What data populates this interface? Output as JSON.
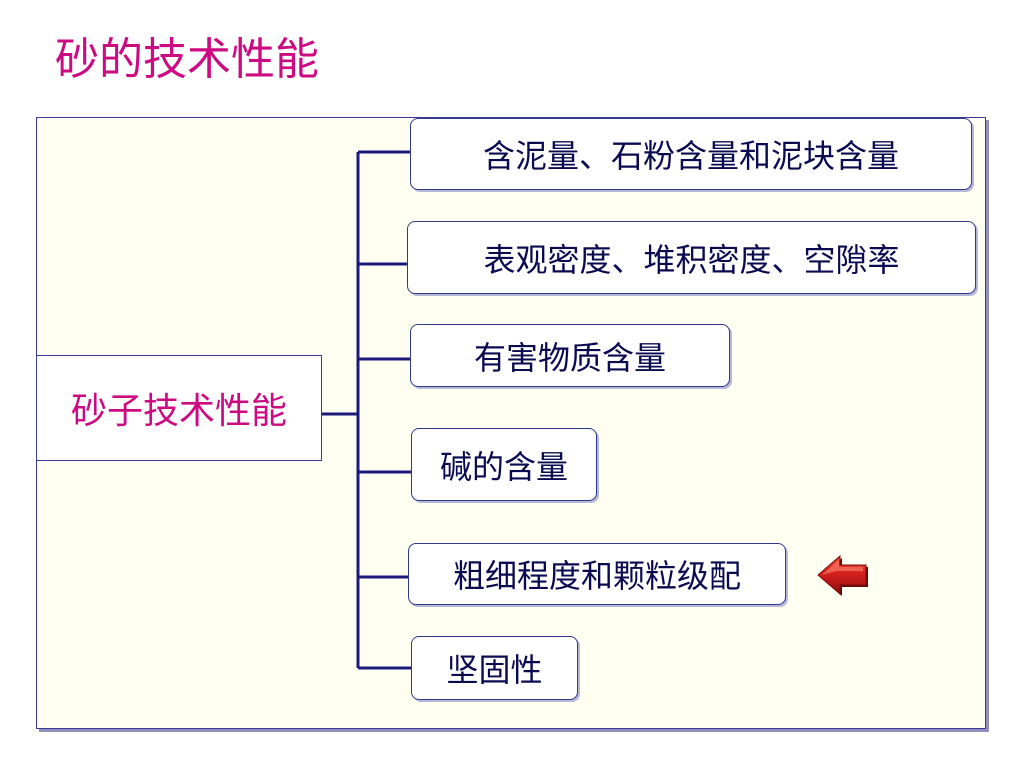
{
  "slide": {
    "title": "砂的技术性能"
  },
  "diagram": {
    "root": "砂子技术性能",
    "items": [
      {
        "label": "含泥量、石粉含量和泥块含量"
      },
      {
        "label": "表观密度、堆积密度、空隙率"
      },
      {
        "label": "有害物质含量"
      },
      {
        "label": "碱的含量"
      },
      {
        "label": "粗细程度和颗粒级配"
      },
      {
        "label": "坚固性"
      }
    ],
    "marker": {
      "icon": "left-arrow-icon",
      "color": "#cc1b1b",
      "points_to_item": 4
    }
  },
  "colors": {
    "title": "#cc0a82",
    "connector": "#1a1a7a",
    "panel_background": "#fffff2"
  }
}
